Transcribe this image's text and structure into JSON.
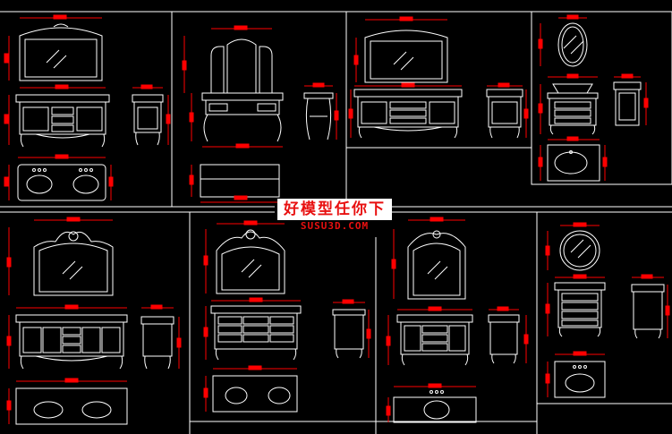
{
  "watermark": {
    "site_name_cn": "好模型任你下",
    "site_url": "SUSU3D.COM",
    "text_color": "#e81010",
    "box_color": "#ffffff"
  },
  "cad": {
    "background": "#000000",
    "line_color": "#ffffff",
    "dimension_color": "#ff0000",
    "panel_frames": 8,
    "content": "bathroom vanity cabinet drawings (front, side and top views) with mirrors"
  }
}
